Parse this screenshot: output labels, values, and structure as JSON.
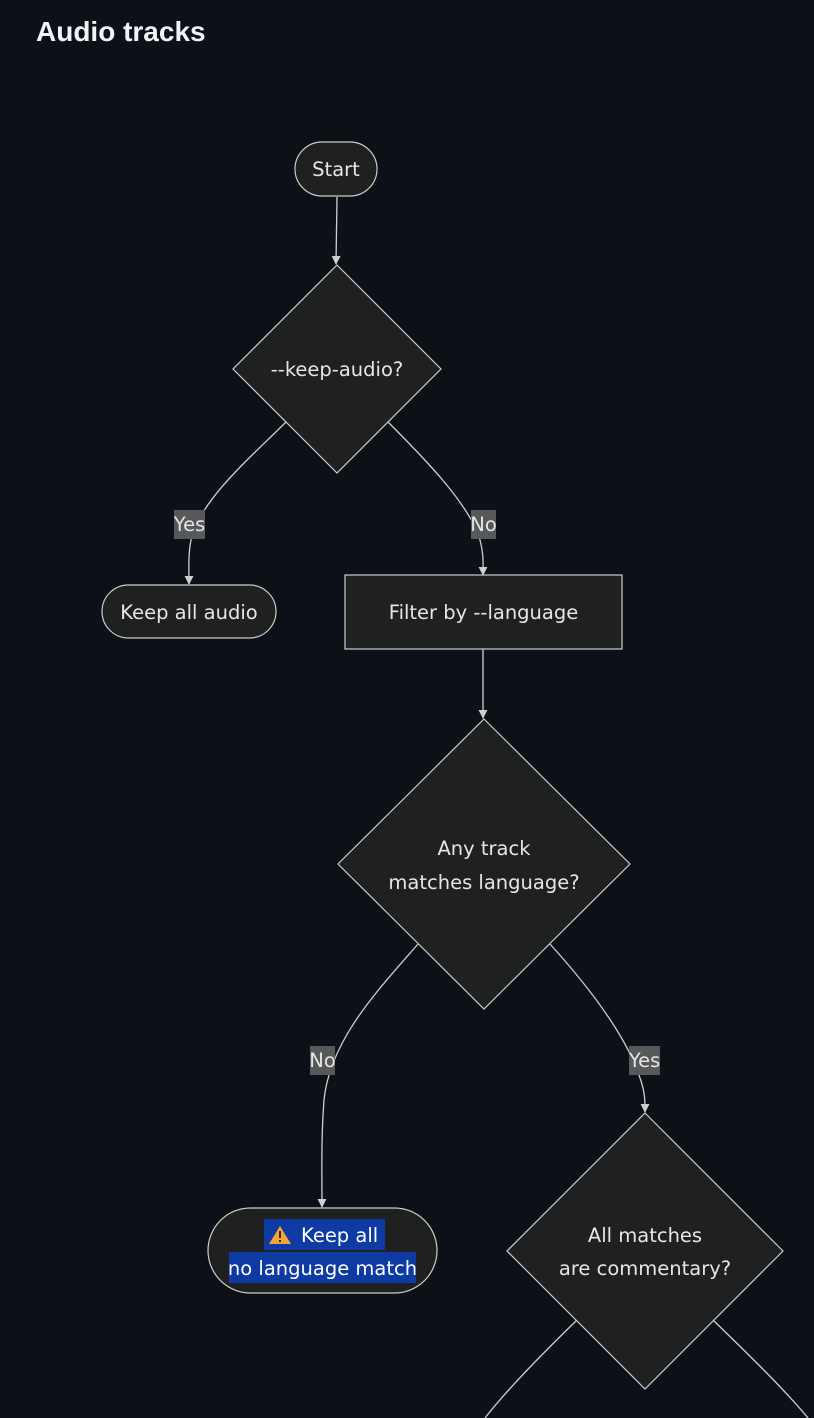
{
  "title": "Audio tracks",
  "nodes": {
    "start": "Start",
    "keep_audio_decision": "--keep-audio?",
    "keep_all_audio": "Keep all audio",
    "filter_by_language": "Filter by --language",
    "any_track_line1": "Any track",
    "any_track_line2": "matches language?",
    "keep_all_warn_icon": "⚠️",
    "keep_all_warn_line1": "Keep all",
    "keep_all_warn_line2": "no language match",
    "all_commentary_line1": "All matches",
    "all_commentary_line2": "are commentary?"
  },
  "edges": {
    "keep_audio_yes": "Yes",
    "keep_audio_no": "No",
    "any_track_no": "No",
    "any_track_yes": "Yes"
  },
  "colors": {
    "background": "#0d1017",
    "node_fill": "#1f2020",
    "node_stroke": "#cccccc",
    "edge_label_bg": "#57585a",
    "highlight": "#0d3aa3",
    "warning_icon": "#f2a33a"
  },
  "icons": {
    "warning": "warning-icon"
  }
}
